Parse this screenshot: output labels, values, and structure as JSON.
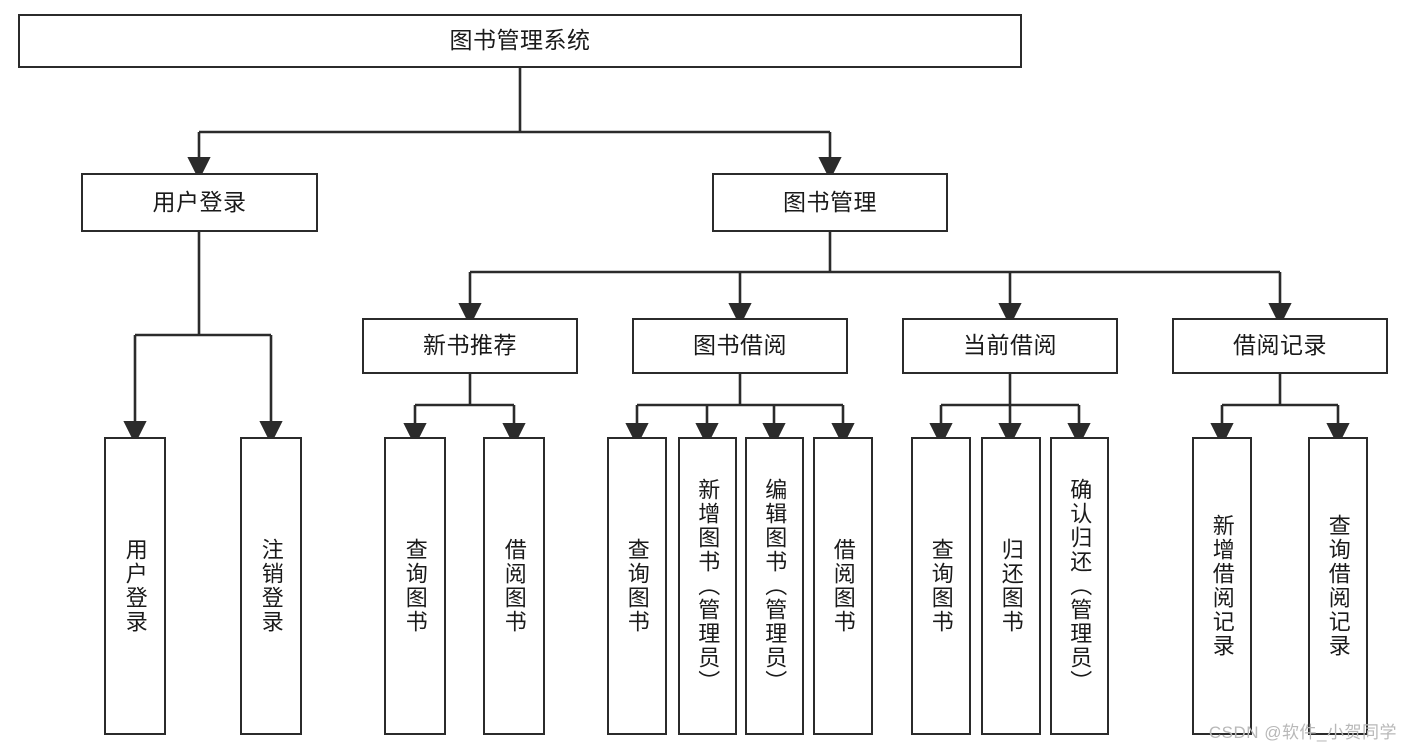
{
  "diagram": {
    "title_node": {
      "id": "root",
      "label": "图书管理系统"
    },
    "level2": [
      {
        "id": "user-login",
        "label": "用户登录"
      },
      {
        "id": "book-manage",
        "label": "图书管理"
      }
    ],
    "level3": [
      {
        "id": "new-book-recommend",
        "label": "新书推荐"
      },
      {
        "id": "book-borrow",
        "label": "图书借阅"
      },
      {
        "id": "current-borrow",
        "label": "当前借阅"
      },
      {
        "id": "borrow-record",
        "label": "借阅记录"
      }
    ],
    "leaves": {
      "user_login": [
        {
          "id": "leaf-user-login",
          "label": "用户登录"
        },
        {
          "id": "leaf-logout-login",
          "label": "注销登录"
        }
      ],
      "new_book_recommend": [
        {
          "id": "leaf-query-book-1",
          "label": "查询图书"
        },
        {
          "id": "leaf-borrow-book-1",
          "label": "借阅图书"
        }
      ],
      "book_borrow": [
        {
          "id": "leaf-query-book-2",
          "label": "查询图书"
        },
        {
          "id": "leaf-add-book",
          "label": "新增图书（管理员）"
        },
        {
          "id": "leaf-edit-book",
          "label": "编辑图书（管理员）"
        },
        {
          "id": "leaf-borrow-book-2",
          "label": "借阅图书"
        }
      ],
      "current_borrow": [
        {
          "id": "leaf-query-book-3",
          "label": "查询图书"
        },
        {
          "id": "leaf-return-book",
          "label": "归还图书"
        },
        {
          "id": "leaf-confirm-return",
          "label": "确认归还（管理员）"
        }
      ],
      "borrow_record": [
        {
          "id": "leaf-add-record",
          "label": "新增借阅记录"
        },
        {
          "id": "leaf-query-record",
          "label": "查询借阅记录"
        }
      ]
    },
    "watermark": "CSDN @软件_小贺同学",
    "colors": {
      "stroke": "#2b2b2b",
      "background": "#ffffff",
      "text": "#1a1a1a",
      "watermark": "#b8b8b8"
    }
  }
}
